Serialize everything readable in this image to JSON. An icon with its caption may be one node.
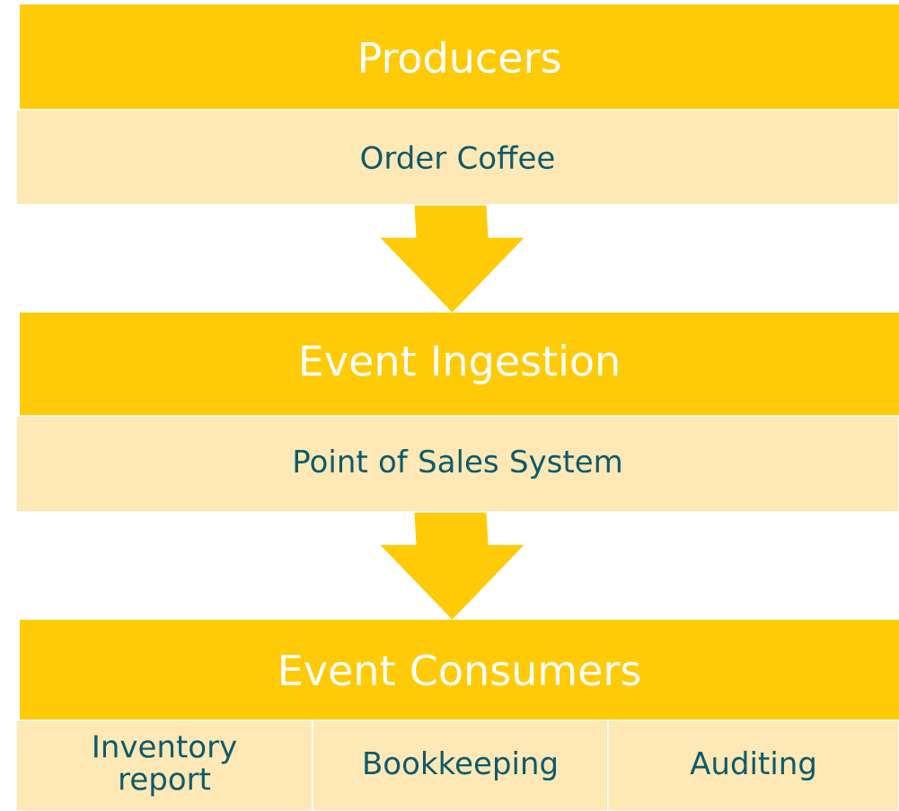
{
  "diagram": {
    "nodes": [
      {
        "text": [
          "Producers"
        ]
      },
      {
        "text": [
          "Order Coffee"
        ]
      },
      {
        "text": [
          "Event Ingestion"
        ]
      },
      {
        "text": [
          "Point of Sales System"
        ]
      },
      {
        "text": [
          "Event Consumers"
        ]
      },
      {
        "text": [
          "Inventory report"
        ]
      },
      {
        "text": [
          "Bookkeeping"
        ]
      },
      {
        "text": [
          "Auditing"
        ]
      }
    ],
    "edges": [
      {
        "from": 1,
        "to": 2,
        "arrow": "to"
      },
      {
        "from": 3,
        "to": 4,
        "arrow": "to"
      }
    ]
  }
}
